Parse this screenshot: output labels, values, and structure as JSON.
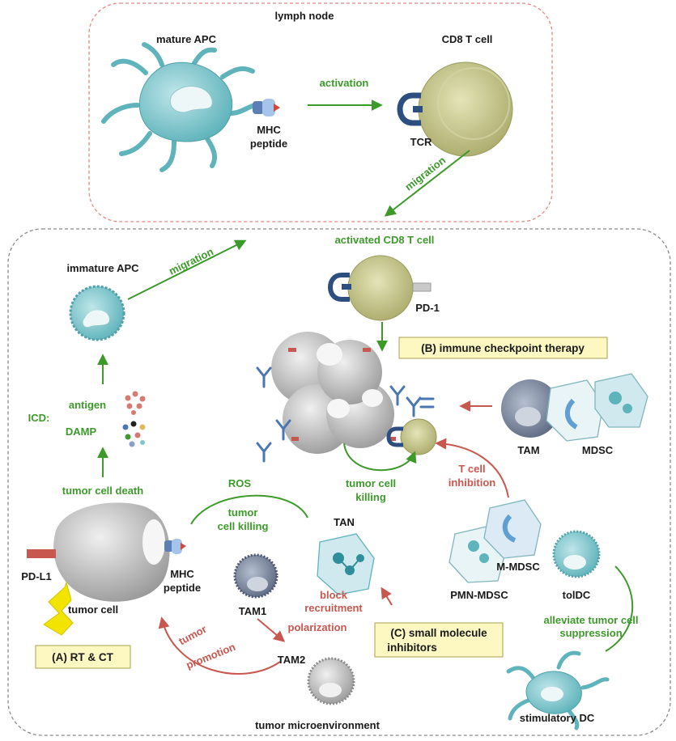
{
  "colors": {
    "green_arrow": "#3d9a2a",
    "red_arrow": "#c8574f",
    "lymph_border": "#e08a80",
    "tme_border": "#8a8a8a",
    "callout_fill": "#fdf7c2",
    "apc_teal": "#7ec6cc",
    "tcell_olive": "#c8c98c",
    "tumor_gray": "#b8b8b8",
    "lightning": "#f3e400"
  },
  "regions": {
    "lymph_node": "lymph node",
    "tumor_microenvironment": "tumor microenvironment"
  },
  "lymph_node": {
    "mature_apc": "mature APC",
    "cd8_t_cell": "CD8 T cell",
    "mhc": "MHC",
    "peptide": "peptide",
    "activation": "activation",
    "tcr": "TCR",
    "migration_out": "migration"
  },
  "tme": {
    "immature_apc": "immature APC",
    "migration_in": "migration",
    "activated_cd8": "activated CD8 T cell",
    "pd1": "PD-1",
    "icd": "ICD:",
    "antigen": "antigen",
    "damp": "DAMP",
    "tumor_cell_death": "tumor cell death",
    "ros": "ROS",
    "tumor_cell_killing_1": "tumor",
    "tumor_cell_killing_2": "cell killing",
    "tumor_cell_killing_b1": "tumor cell",
    "tumor_cell_killing_b2": "killing",
    "t_cell_inhibition_1": "T cell",
    "t_cell_inhibition_2": "inhibition",
    "tam": "TAM",
    "mdsc": "MDSC",
    "tan": "TAN",
    "block_recruitment_1": "block",
    "block_recruitment_2": "recruitment",
    "m_mdsc": "M-MDSC",
    "pmn_mdsc": "PMN-MDSC",
    "toldc": "tolDC",
    "pd_l1": "PD-L1",
    "mhc": "MHC",
    "peptide": "peptide",
    "tumor_cell": "tumor cell",
    "tam1": "TAM1",
    "tam2": "TAM2",
    "polarization": "polarization",
    "tumor_promotion_1": "tumor",
    "tumor_promotion_2": "promotion",
    "alleviate_1": "alleviate tumor cell",
    "alleviate_2": "suppression",
    "stimulatory_dc": "stimulatory DC"
  },
  "callouts": {
    "immune_checkpoint": "(B) immune checkpoint therapy",
    "small_molecule_1": "(C) small molecule",
    "small_molecule_2": "inhibitors",
    "rt_ct": "(A) RT & CT"
  }
}
